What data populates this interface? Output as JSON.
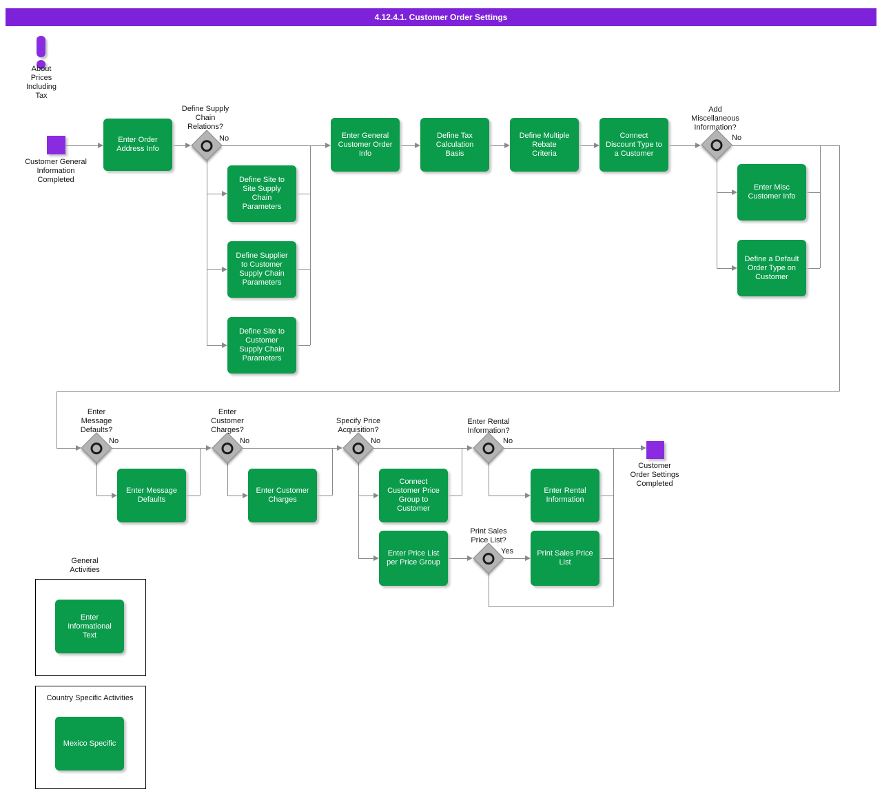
{
  "header": {
    "title": "4.12.4.1. Customer Order Settings"
  },
  "colors": {
    "header_purple": "#7e22da",
    "event_purple": "#8a2be2",
    "activity_green": "#0a9b4b",
    "connector_gray": "#8a8a8a"
  },
  "annotation": {
    "label": "About\nPrices\nIncluding\nTax"
  },
  "events": {
    "start": {
      "label": "Customer General\nInformation\nCompleted"
    },
    "end": {
      "label": "Customer\nOrder Settings\nCompleted"
    }
  },
  "activities": [
    {
      "id": "enter-order-address-info",
      "label": "Enter Order\nAddress Info"
    },
    {
      "id": "define-site-to-site-supply-chain-parameters",
      "label": "Define Site to\nSite Supply\nChain\nParameters"
    },
    {
      "id": "define-supplier-to-customer-supply-chain-parameters",
      "label": "Define Supplier\nto Customer\nSupply Chain\nParameters"
    },
    {
      "id": "define-site-to-customer-supply-chain-parameters",
      "label": "Define Site to\nCustomer\nSupply Chain\nParameters"
    },
    {
      "id": "enter-general-customer-order-info",
      "label": "Enter General\nCustomer Order\nInfo"
    },
    {
      "id": "define-tax-calculation-basis",
      "label": "Define Tax\nCalculation\nBasis"
    },
    {
      "id": "define-multiple-rebate-criteria",
      "label": "Define Multiple\nRebate\nCriteria"
    },
    {
      "id": "connect-discount-type-to-a-customer",
      "label": "Connect\nDiscount Type to\na Customer"
    },
    {
      "id": "enter-misc-customer-info",
      "label": "Enter Misc\nCustomer Info"
    },
    {
      "id": "define-a-default-order-type-on-customer",
      "label": "Define a Default\nOrder Type on\nCustomer"
    },
    {
      "id": "enter-message-defaults",
      "label": "Enter Message\nDefaults"
    },
    {
      "id": "enter-customer-charges",
      "label": "Enter Customer\nCharges"
    },
    {
      "id": "connect-customer-price-group-to-customer",
      "label": "Connect\nCustomer Price\nGroup to\nCustomer"
    },
    {
      "id": "enter-price-list-per-price-group",
      "label": "Enter Price List\nper Price Group"
    },
    {
      "id": "enter-rental-information",
      "label": "Enter Rental\nInformation"
    },
    {
      "id": "print-sales-price-list",
      "label": "Print Sales Price\nList"
    },
    {
      "id": "enter-informational-text",
      "label": "Enter\nInformational\nText"
    },
    {
      "id": "mexico-specific",
      "label": "Mexico Specific"
    }
  ],
  "decisions": [
    {
      "id": "define-supply-chain-relations",
      "label": "Define Supply\nChain\nRelations?",
      "branch": "No"
    },
    {
      "id": "add-miscellaneous-information",
      "label": "Add\nMiscellaneous\nInformation?",
      "branch": "No"
    },
    {
      "id": "enter-message-defaults-q",
      "label": "Enter\nMessage\nDefaults?",
      "branch": "No"
    },
    {
      "id": "enter-customer-charges-q",
      "label": "Enter\nCustomer\nCharges?",
      "branch": "No"
    },
    {
      "id": "specify-price-acquisition-q",
      "label": "Specify Price\nAcquisition?",
      "branch": "No"
    },
    {
      "id": "enter-rental-information-q",
      "label": "Enter Rental\nInformation?",
      "branch": "No"
    },
    {
      "id": "print-sales-price-list-q",
      "label": "Print Sales\nPrice List?",
      "branch": "Yes"
    }
  ],
  "groups": [
    {
      "label": "General\nActivities"
    },
    {
      "label": "Country Specific Activities"
    }
  ]
}
